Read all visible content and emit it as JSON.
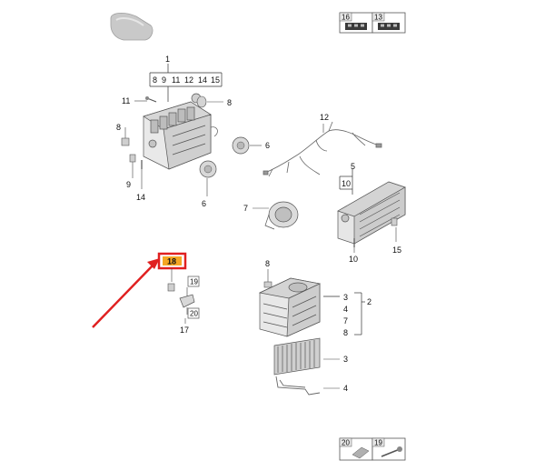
{
  "car_silhouette": {
    "icon": "car-silhouette-icon"
  },
  "top_legend": [
    {
      "number": "16",
      "icon": "nut-tray-icon"
    },
    {
      "number": "13",
      "icon": "nut-tray-icon"
    }
  ],
  "bottom_legend": [
    {
      "number": "20",
      "icon": "clip-nut-icon"
    },
    {
      "number": "19",
      "icon": "screw-icon"
    }
  ],
  "assembly_a": {
    "main_callout": "1",
    "sub_callouts": [
      "8",
      "9",
      "11",
      "12",
      "14",
      "15"
    ],
    "part_labels": {
      "left_screw": "11",
      "right_clip": "8",
      "left_sensor": "8",
      "left_bottom_9": "9",
      "left_bottom_14": "14",
      "actuator_right": "6",
      "actuator_bottom": "6"
    }
  },
  "wiring_harness": {
    "callout": "12"
  },
  "evaporator_unit": {
    "main_callout": "5",
    "sub_callout": "10",
    "part_labels": {
      "clip": "15",
      "bottom": "10"
    }
  },
  "blower": {
    "callout": "7"
  },
  "highlighted_part": {
    "number": "18",
    "highlight_color": "#f5a623",
    "frame_color": "#e02020",
    "arrow_color": "#e02020"
  },
  "small_parts": {
    "screw": "19",
    "clip": "20",
    "bracket": "17"
  },
  "heater_unit": {
    "sensor": "8",
    "main_callout": "2",
    "group_callouts": [
      "3",
      "4",
      "7",
      "8"
    ]
  },
  "filter": {
    "callout": "3"
  },
  "seal": {
    "callout": "4"
  }
}
